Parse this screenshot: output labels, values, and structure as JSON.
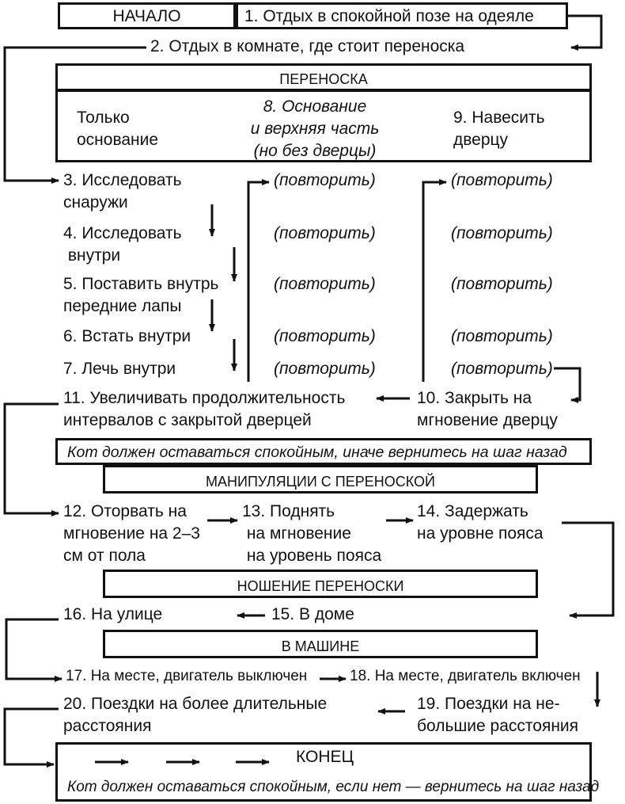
{
  "start": "НАЧАЛО",
  "step1": "1. Отдых в спокойной позе на одеяле",
  "step2": "2. Отдых в комнате, где стоит переноска",
  "carrier": {
    "title": "ПЕРЕНОСКА",
    "col1": "Только\nоснование",
    "col2": "8. Основание\nи верхняя часть\n(но без дверцы)",
    "col3": "9. Навесить\nдверцу"
  },
  "steps": [
    "3. Исследовать\nснаружи",
    "4. Исследовать\n внутри",
    "5. Поставить внутрь\nпередние лапы",
    "6. Встать внутри",
    "7. Лечь внутри"
  ],
  "repeat": "(повторить)",
  "step11": "11. Увеличивать продолжительность\nинтервалов с закрытой дверцей",
  "step10": "10. Закрыть на\nмгновение дверцу",
  "note_calm_back": "Кот должен оставаться спокойным, иначе вернитесь на шаг назад",
  "manip_title": "МАНИПУЛЯЦИИ С ПЕРЕНОСКОЙ",
  "step12": "12. Оторвать на\nмгновение на 2–3\nсм от пола",
  "step13": "13. Поднять\n на мгновение\n на уровень пояса",
  "step14": "14. Задержать\nна уровне пояса",
  "carry_title": "НОШЕНИЕ ПЕРЕНОСКИ",
  "step15": "15. В доме",
  "step16": "16. На улице",
  "car_title": "В МАШИНЕ",
  "step17": "17. На месте, двигатель выключен",
  "step18": "18. На месте, двигатель включен",
  "step19": "19. Поездки на не-\nбольшие расстояния",
  "step20": "20. Поездки на более длительные\nрасстояния",
  "end_title": "КОНЕЦ",
  "end_note": "Кот должен оставаться спокойным, если нет — вернитесь на шаг назад",
  "colors": {
    "ink": "#111111",
    "background": "#ffffff"
  }
}
